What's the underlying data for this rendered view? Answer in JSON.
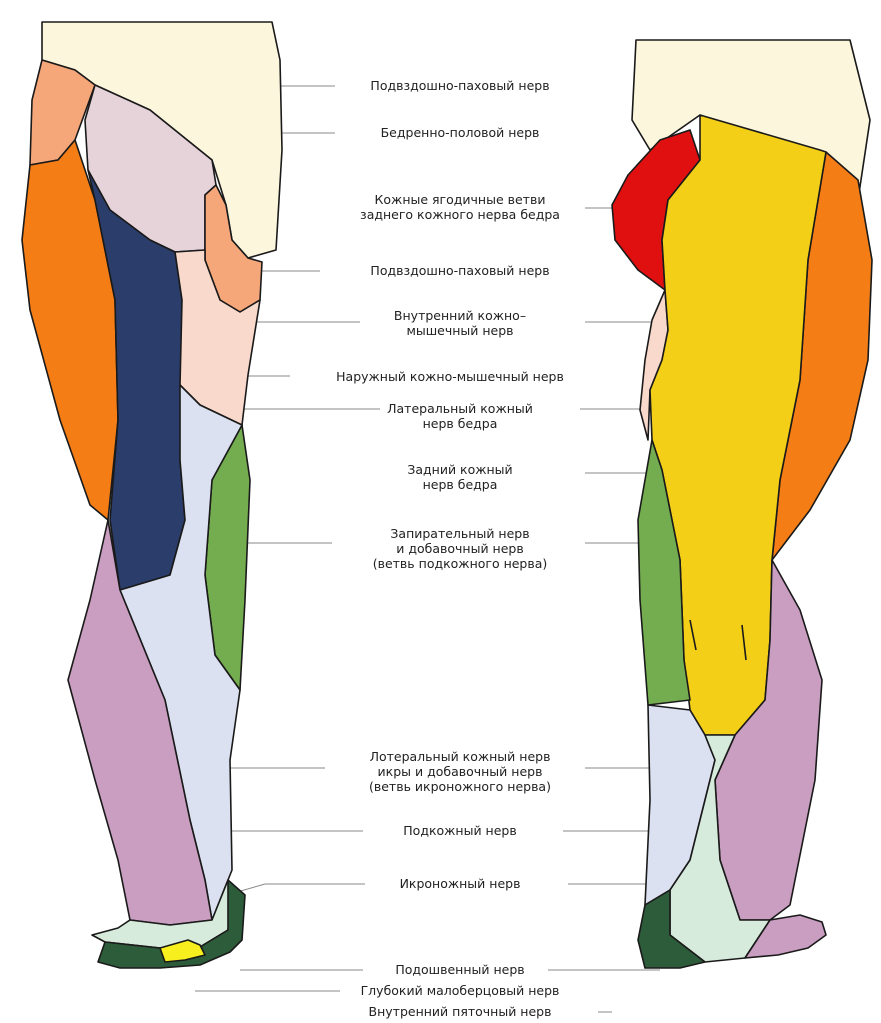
{
  "colors": {
    "pelvis": "#fbf6dc",
    "iliohypogastric": "#f5a77a",
    "genitofemoral": "#e6d3da",
    "lateral_femoral": "#f47d16",
    "medial_cutaneous": "#2b3d6b",
    "anterior_cutaneous": "#f9d9cc",
    "obturator": "#74ad4f",
    "saphenous": "#dbe1f1",
    "lateral_sural": "#c99ec1",
    "gluteal": "#e01010",
    "posterior_femoral": "#f4cf18",
    "sural": "#d7ebdc",
    "plantar": "#2d5c3a",
    "deep_peroneal": "#f7ef1e",
    "leader_line": "#888888",
    "outline": "#1a1a1a"
  },
  "labels": [
    {
      "id": "iliohypogastric-1",
      "text": "Подвздошно-паховый нерв"
    },
    {
      "id": "genitofemoral",
      "text": "Бедренно-половой нерв"
    },
    {
      "id": "gluteal",
      "text": "Кожные ягодичные ветви\nзаднего кожного нерва бедра"
    },
    {
      "id": "iliohypogastric-2",
      "text": "Подвздошно-паховый нерв"
    },
    {
      "id": "medial-cutaneous",
      "text": "Внутренний кожно–\nмышечный нерв"
    },
    {
      "id": "external-cutaneous",
      "text": "Наружный кожно-мышечный нерв"
    },
    {
      "id": "lateral-femoral",
      "text": "Латеральный кожный\nнерв бедра"
    },
    {
      "id": "posterior-femoral",
      "text": "Задний кожный\nнерв бедра"
    },
    {
      "id": "obturator",
      "text": "Запирательный нерв\nи добавочный нерв\n(ветвь подкожного нерва)"
    },
    {
      "id": "lateral-sural",
      "text": "Лотеральный кожный нерв\nикры и добавочный нерв\n(ветвь икроножного нерва)"
    },
    {
      "id": "saphenous",
      "text": "Подкожный нерв"
    },
    {
      "id": "sural",
      "text": "Икроножный нерв"
    },
    {
      "id": "plantar",
      "text": "Подошвенный нерв"
    },
    {
      "id": "deep-peroneal",
      "text": "Глубокий малоберцовый нерв"
    },
    {
      "id": "medial-calcaneal",
      "text": "Внутренний пяточный нерв"
    }
  ]
}
